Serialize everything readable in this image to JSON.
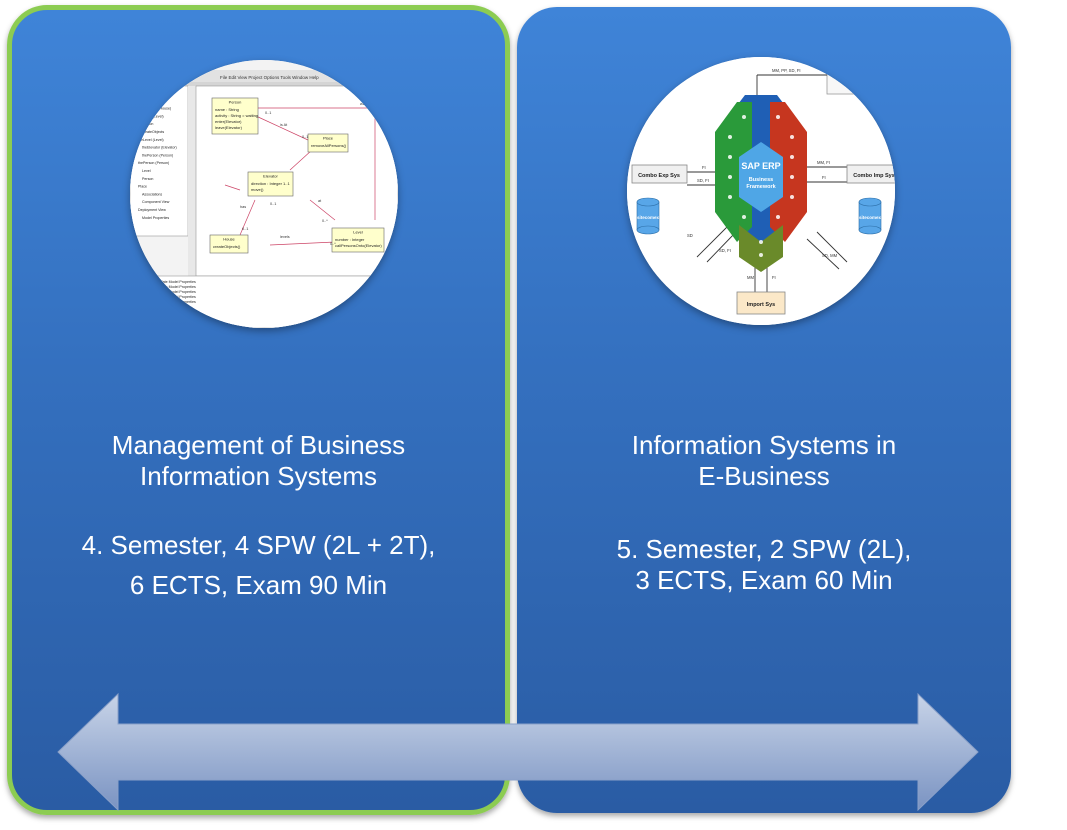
{
  "cards": [
    {
      "title_lines": [
        "Management of Business",
        "Information Systems"
      ],
      "detail_lines": [
        "4. Semester, 4 SPW (2L + 2T),",
        "6 ECTS, Exam 90 Min"
      ],
      "highlight_border_color": "#8ccc52",
      "image": {
        "menu": [
          "File",
          "Edit",
          "View",
          "Project",
          "Options",
          "Tools",
          "Window",
          "Help"
        ],
        "classes": [
          "Person",
          "Place",
          "Elevator",
          "House",
          "Level"
        ],
        "class_attributes": [
          "name : String",
          "activity : String = waiting",
          "direction : Integer 1..1",
          "number : Integer"
        ],
        "class_methods": [
          "enter(Elevator)",
          "leave(Elevator)",
          "removeAllPersons()",
          "move()",
          "createObjects()",
          "callPersonsOnto(Elevator)"
        ],
        "associations": [
          "wantsTo",
          "is At",
          "has",
          "levels",
          "at"
        ],
        "multiplicities": [
          "0..1",
          "0..1",
          "0..1",
          "0..1",
          "0..*",
          "0..*"
        ],
        "tree_items": [
          "direction",
          "move",
          "theHouse (House)",
          "theLevel (Level)",
          "Person",
          "createObjects",
          "theLevel (Level)",
          "theElevator (Elevator)",
          "thePerson (Person)",
          "thePerson (Person)",
          "Level",
          "Person",
          "Place",
          "Associations",
          "Component View",
          "Deployment View",
          "Model Properties"
        ],
        "bottom_list": [
          "Update Model Properties",
          "Update Model Properties",
          "Update Model Properties",
          "Update Model Properties",
          "Update Model Properties"
        ]
      }
    },
    {
      "title_lines": [
        "Information Systems in",
        "E-Business"
      ],
      "detail_lines": [
        "5. Semester, 2 SPW (2L),",
        "3 ECTS, Exam 60 Min"
      ],
      "image": {
        "center_title": "SAP ERP",
        "center_subtitle_lines": [
          "Business",
          "Framework"
        ],
        "side_boxes": [
          "Combo Exp Sys",
          "Combo Imp Sys",
          "Import Sys"
        ],
        "db_label": "sitecomex",
        "flow_labels": [
          "FI",
          "SD, FI",
          "MM, FI",
          "FI",
          "MM, PP, SD, FI",
          "SD",
          "SD, FI",
          "SD, MM",
          "MM",
          "FI"
        ]
      }
    }
  ],
  "colors": {
    "card_top": "#3f84d8",
    "card_bottom": "#2a5ca4",
    "arrow_light": "#c8d4e8",
    "arrow_dark": "#7a93c2"
  }
}
